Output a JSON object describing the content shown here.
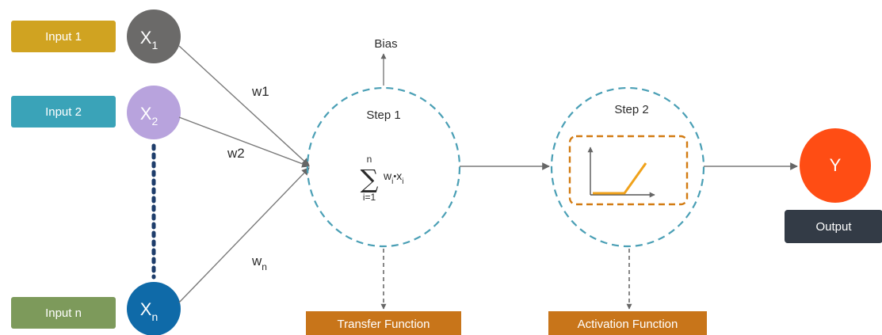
{
  "inputs": [
    {
      "label": "Input 1",
      "color": "#d0a321"
    },
    {
      "label": "Input 2",
      "color": "#3aa3b8"
    },
    {
      "label": "Input n",
      "color": "#7d9a5b"
    }
  ],
  "nodes": [
    {
      "symbol": "X",
      "subscript": "1",
      "color": "#6b6a69"
    },
    {
      "symbol": "X",
      "subscript": "2",
      "color": "#b8a3dd"
    },
    {
      "symbol": "X",
      "subscript": "n",
      "color": "#0f6aa8"
    }
  ],
  "weights": [
    {
      "text": "w1"
    },
    {
      "text": "w2"
    },
    {
      "symbol": "w",
      "subscript": "n"
    }
  ],
  "bias": "Bias",
  "step1": {
    "title": "Step 1",
    "sum_symbol": "∑",
    "upper": "n",
    "lower": "i=1",
    "term_w": "w",
    "term_i": "i",
    "term_op": "•",
    "term_x": "x",
    "term_xi": "i"
  },
  "step2": {
    "title": "Step 2"
  },
  "transfer_function": "Transfer Function",
  "activation_function": "Activation Function",
  "output": {
    "symbol": "Y",
    "label": "Output"
  },
  "colors": {
    "circle_dash": "#4a9fb5",
    "activation_box": "#d27b12",
    "activation_curve": "#f0a21b",
    "function_box": "#c8751a",
    "output_circle": "#ff4d14",
    "output_box": "#333b46",
    "arrow": "#777777"
  }
}
